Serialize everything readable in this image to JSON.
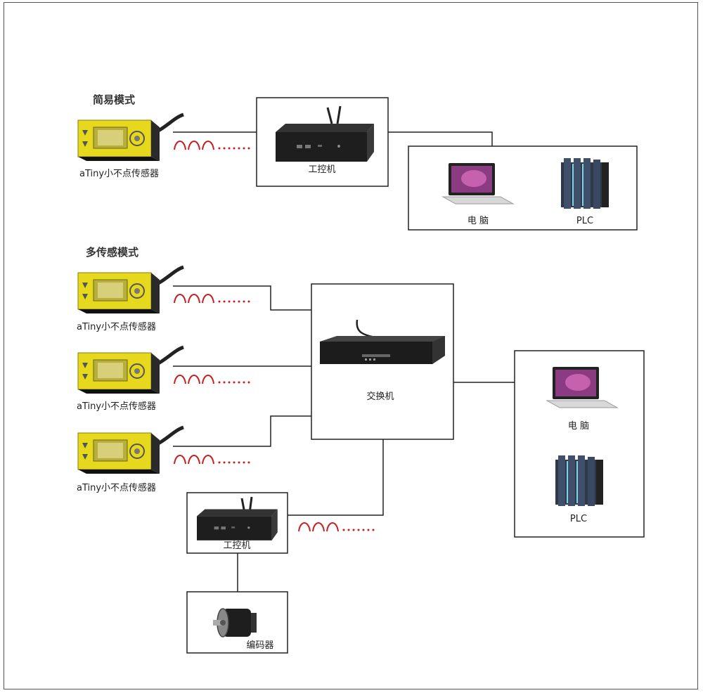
{
  "simple_mode": {
    "title": "简易模式",
    "sensor_label": "aTiny小不点传感器",
    "ipc_label": "工控机",
    "computer_label": "电 脑",
    "plc_label": "PLC"
  },
  "multi_mode": {
    "title": "多传感模式",
    "sensor_labels": [
      "aTiny小不点传感器",
      "aTiny小不点传感器",
      "aTiny小不点传感器"
    ],
    "switch_label": "交换机",
    "computer_label": "电 脑",
    "plc_label": "PLC",
    "ipc_label": "工控机",
    "encoder_label": "编码器"
  },
  "colors": {
    "sensor_yellow": "#e8dc1e",
    "signal_red": "#c81e1e",
    "line": "#222222",
    "device_black": "#1e1e1e"
  }
}
